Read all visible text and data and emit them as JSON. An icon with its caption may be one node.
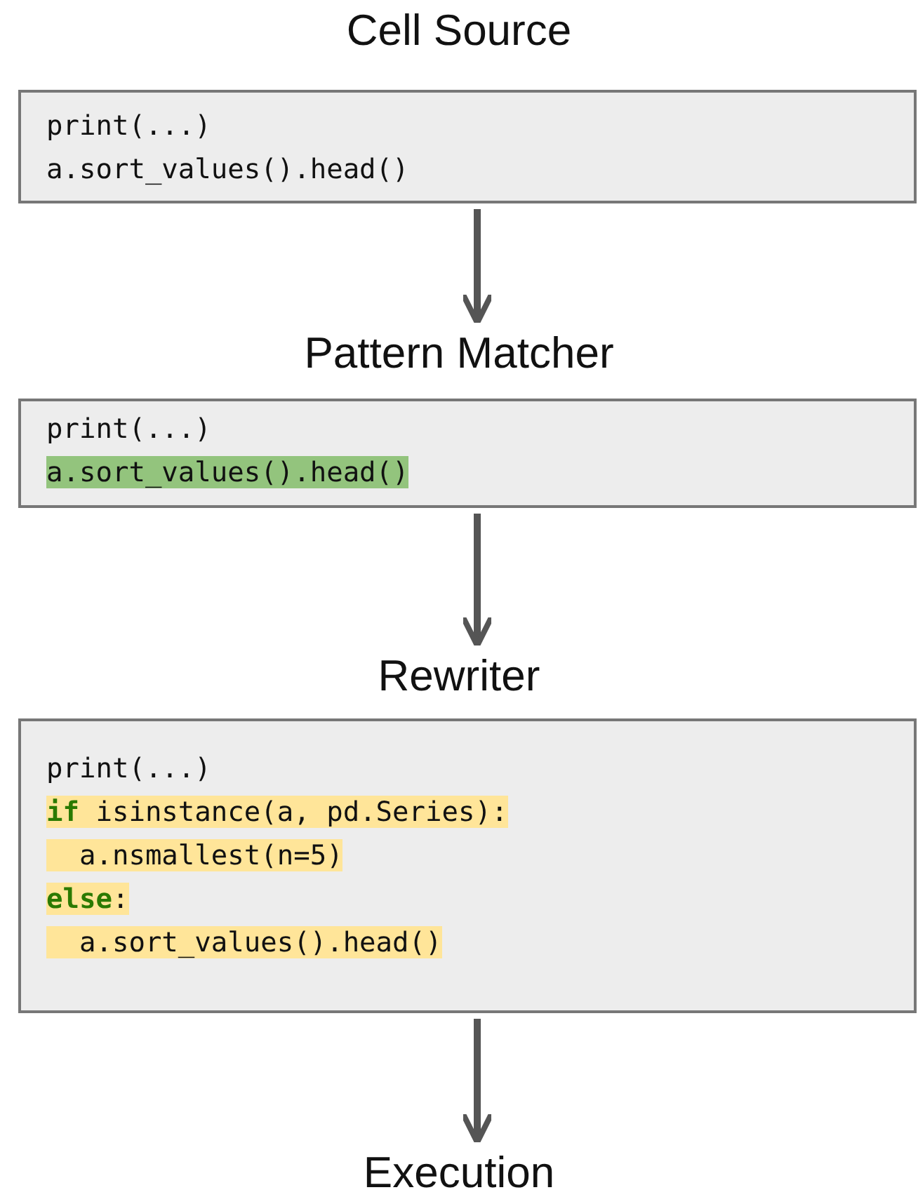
{
  "diagram": {
    "nodes": [
      {
        "text": [
          "Cell Source",
          "print(...)",
          "a.sort_values().head()"
        ]
      },
      {
        "text": [
          "Pattern Matcher",
          "print(...)",
          "a.sort_values().head()"
        ]
      },
      {
        "text": [
          "Rewriter",
          "print(...)",
          "**if** isinstance(a, pd.Series):",
          "  a.nsmallest(n=5)",
          "**else**:",
          "  a.sort_values().head()"
        ]
      },
      {
        "text": [
          "Execution"
        ]
      }
    ],
    "edges": [
      {
        "from": 0,
        "to": 1,
        "arrow": "to"
      },
      {
        "from": 1,
        "to": 2,
        "arrow": "to"
      },
      {
        "from": 2,
        "to": 3,
        "arrow": "to"
      }
    ]
  }
}
